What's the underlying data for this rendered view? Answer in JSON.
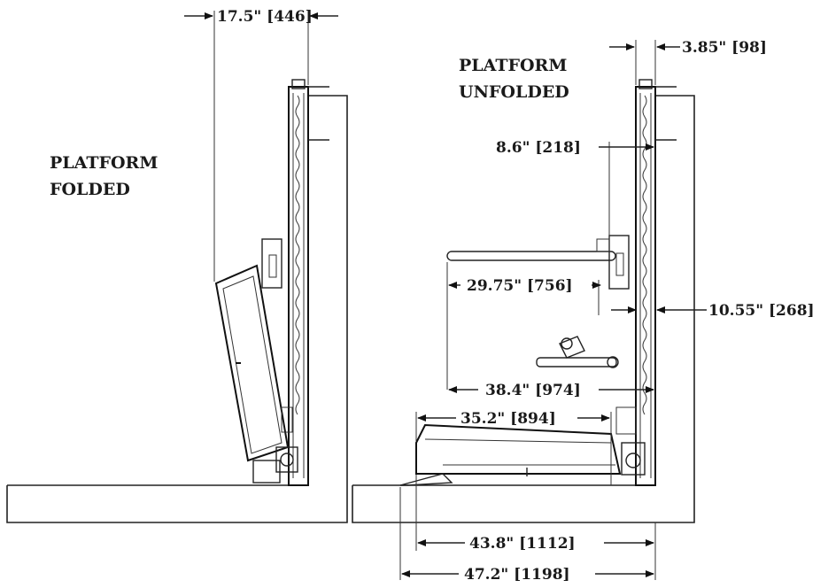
{
  "labels": {
    "folded_line1": "PLATFORM",
    "folded_line2": "FOLDED",
    "unfolded_line1": "PLATFORM",
    "unfolded_line2": "UNFOLDED"
  },
  "dimensions": {
    "folded_depth": "17.5\" [446]",
    "post_width": "3.85\" [98]",
    "offset_top": "8.6\" [218]",
    "rail_length": "29.75\" [756]",
    "post_offset": "10.55\" [268]",
    "handrail_reach": "38.4\" [974]",
    "platform_length": "35.2\" [894]",
    "floor_overall": "43.8\" [1112]",
    "total_overall": "47.2\" [1198]"
  }
}
